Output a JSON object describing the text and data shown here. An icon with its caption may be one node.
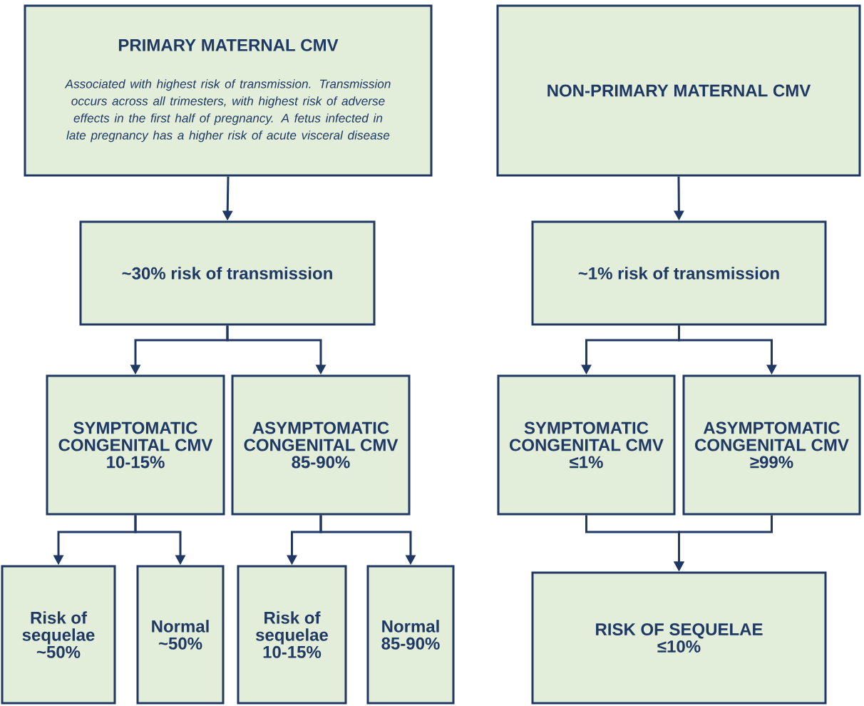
{
  "diagram": {
    "nodes": [
      {
        "text": [
          "PRIMARY MATERNAL CMV",
          "Associated with highest risk of transmission. Transmission occurs across all trimesters, with highest risk of adverse effects in the first half of pregnancy. A fetus infected in late pregnancy has a higher risk of acute visceral disease"
        ]
      },
      {
        "text": [
          "NON-PRIMARY MATERNAL CMV"
        ]
      },
      {
        "text": [
          "~30% risk of transmission"
        ]
      },
      {
        "text": [
          "~1% risk of transmission"
        ]
      },
      {
        "text": [
          "SYMPTOMATIC CONGENITAL CMV",
          "10-15%"
        ]
      },
      {
        "text": [
          "ASYMPTOMATIC CONGENITAL CMV",
          "85-90%"
        ]
      },
      {
        "text": [
          "SYMPTOMATIC CONGENITAL CMV",
          "≤1%"
        ]
      },
      {
        "text": [
          "ASYMPTOMATIC CONGENITAL CMV",
          "≥99%"
        ]
      },
      {
        "text": [
          "Risk of sequelae",
          "~50%"
        ]
      },
      {
        "text": [
          "Normal",
          "~50%"
        ]
      },
      {
        "text": [
          "Risk of sequelae",
          "10-15%"
        ]
      },
      {
        "text": [
          "Normal",
          "85-90%"
        ]
      },
      {
        "text": [
          "RISK OF SEQUELAE",
          "≤10%"
        ]
      }
    ],
    "edges": [
      {
        "from": 0,
        "to": 2,
        "arrow": "to"
      },
      {
        "from": 1,
        "to": 3,
        "arrow": "to"
      },
      {
        "from": 2,
        "to": 4,
        "arrow": "to"
      },
      {
        "from": 2,
        "to": 5,
        "arrow": "to"
      },
      {
        "from": 3,
        "to": 6,
        "arrow": "to"
      },
      {
        "from": 3,
        "to": 7,
        "arrow": "to"
      },
      {
        "from": 4,
        "to": 8,
        "arrow": "to"
      },
      {
        "from": 4,
        "to": 9,
        "arrow": "to"
      },
      {
        "from": 5,
        "to": 10,
        "arrow": "to"
      },
      {
        "from": 5,
        "to": 11,
        "arrow": "to"
      },
      {
        "from": 6,
        "to": 12,
        "arrow": "to"
      },
      {
        "from": 7,
        "to": 12,
        "arrow": "to"
      }
    ]
  }
}
